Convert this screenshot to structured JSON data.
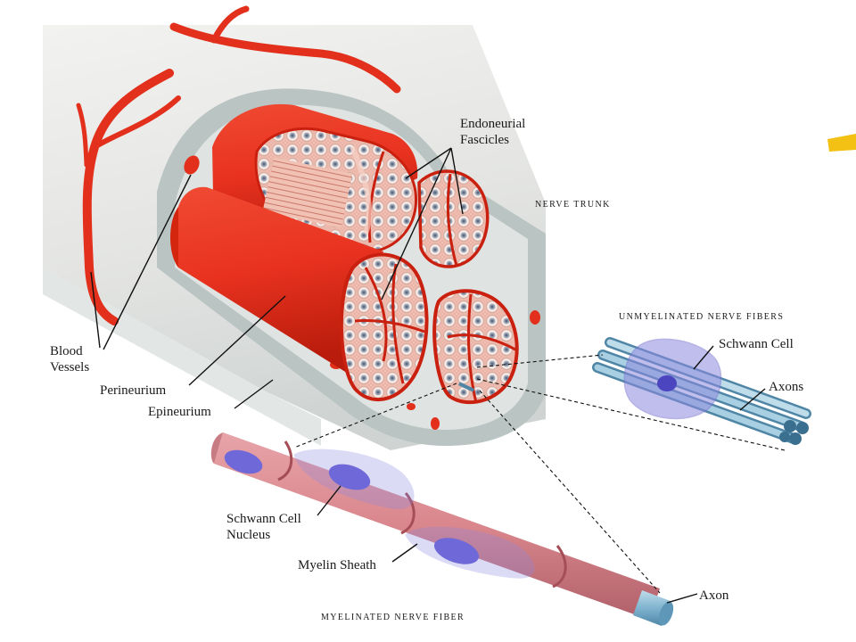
{
  "labels": {
    "endoneurial_line1": "Endoneurial",
    "endoneurial_line2": "Fascicles",
    "nerve_trunk": "NERVE TRUNK",
    "unmyelinated": "UNMYELINATED NERVE FIBERS",
    "schwann_cell": "Schwann Cell",
    "axons": "Axons",
    "blood_line1": "Blood",
    "blood_line2": "Vessels",
    "perineurium": "Perineurium",
    "epineurium": "Epineurium",
    "schwann_nucleus_line1": "Schwann Cell",
    "schwann_nucleus_line2": "Nucleus",
    "myelin_sheath": "Myelin Sheath",
    "axon": "Axon",
    "myelinated": "MYELINATED NERVE FIBER"
  },
  "colors": {
    "epineurium": "#e9e9e7",
    "epineurium_shadow": "#c9cfce",
    "cut_face": "#b8c3c2",
    "fascicle": "#e8321f",
    "fascicle_dark": "#c9200f",
    "blood_vessel": "#e2301c",
    "myelin": "#d9868c",
    "myelin_dark": "#b5606a",
    "schwann": "#8e89e0",
    "axon": "#7fb3cf"
  }
}
